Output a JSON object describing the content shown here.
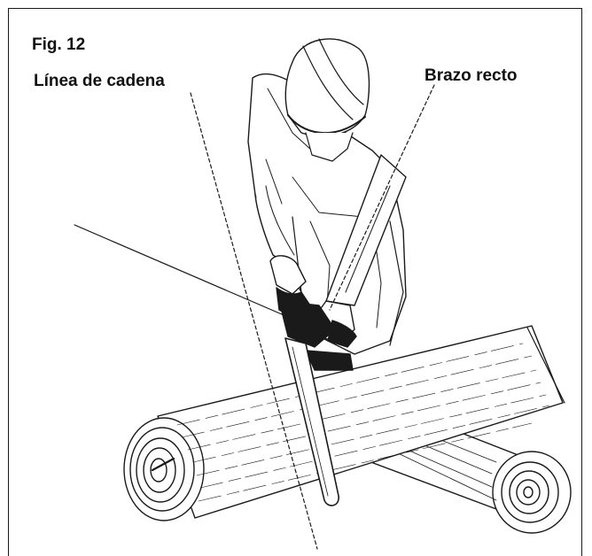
{
  "figure": {
    "title": "Fig. 12",
    "labels": {
      "chain_line": "Línea de cadena",
      "straight_arm": "Brazo recto"
    }
  },
  "colors": {
    "ink": "#1a1a1a",
    "fill_dark": "#1a1a1a",
    "background": "#ffffff"
  },
  "icons": [
    "hard-hat",
    "glove",
    "chainsaw",
    "log"
  ]
}
